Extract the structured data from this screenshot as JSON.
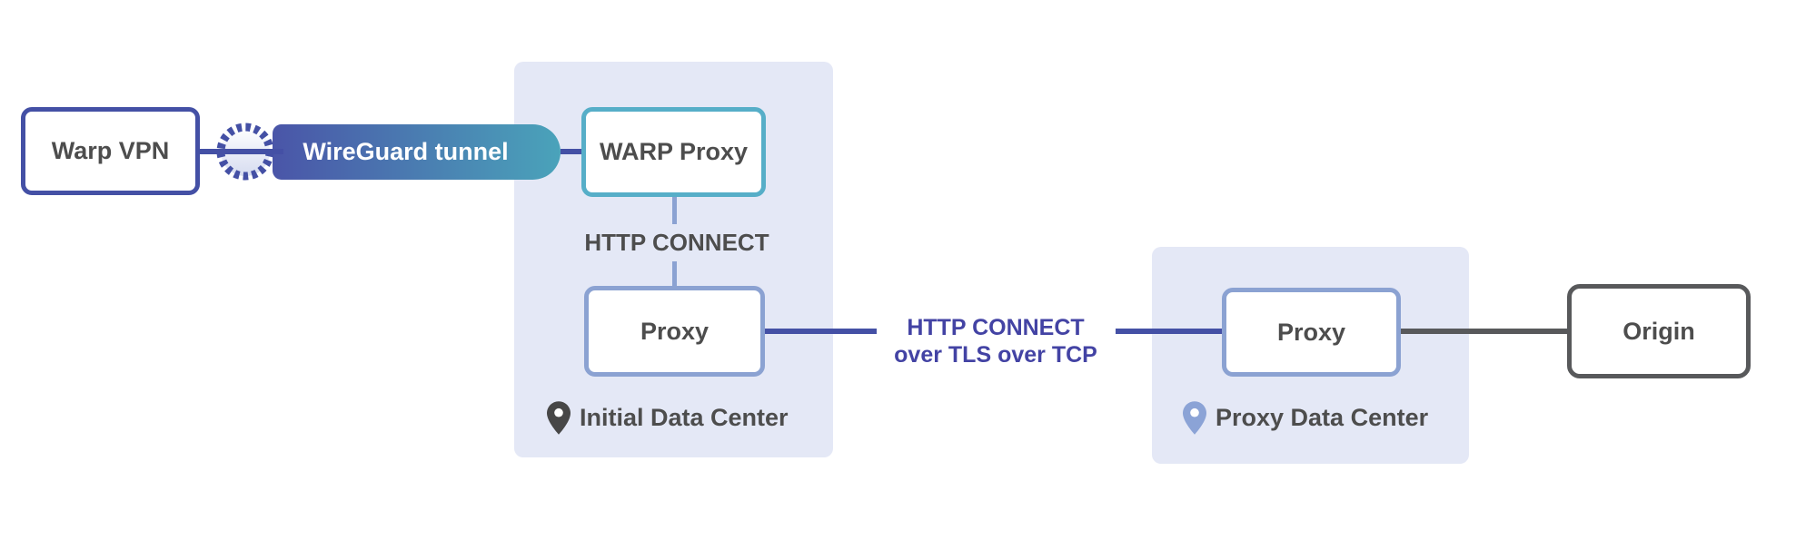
{
  "nodes": {
    "warp_vpn": {
      "label": "Warp VPN"
    },
    "warp_proxy": {
      "label": "WARP Proxy"
    },
    "proxy_initial": {
      "label": "Proxy"
    },
    "proxy_remote": {
      "label": "Proxy"
    },
    "origin": {
      "label": "Origin"
    }
  },
  "edges": {
    "wireguard_tunnel": {
      "label": "WireGuard tunnel"
    },
    "http_connect": {
      "label": "HTTP CONNECT"
    },
    "http_connect_tls": {
      "line1": "HTTP CONNECT",
      "line2": "over TLS over TCP"
    }
  },
  "groups": {
    "initial_dc": {
      "label": "Initial Data Center",
      "pin_icon": "location-pin-dark"
    },
    "proxy_dc": {
      "label": "Proxy Data Center",
      "pin_icon": "location-pin-light"
    }
  },
  "icons": {
    "tunnel_endpoint": "dashed-circle-tunnel-endpoint"
  },
  "colors": {
    "indigo": "#4450a5",
    "tealBorder": "#56aec8",
    "periwinkle": "#8ba2d2",
    "panelBg": "#e4e8f6",
    "textDark": "#4d4d4d",
    "textBlue": "#4343a4",
    "grayLine": "#58595b",
    "pinDark": "#474747",
    "pinLight": "#8ba3d6",
    "pillStart": "#4a55a8",
    "pillEnd": "#4aa3ba",
    "circleFill": "#d6dcf0"
  }
}
